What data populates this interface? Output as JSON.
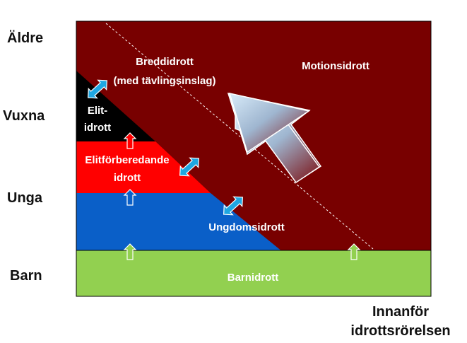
{
  "age_levels": [
    "Äldre",
    "Vuxna",
    "Unga",
    "Barn"
  ],
  "corner_label": [
    "Innanför",
    "idrottsrörelsen"
  ],
  "regions": {
    "breddidrott": [
      "Breddidrott",
      "(med tävlingsinslag)"
    ],
    "motionsidrott": "Motionsidrott",
    "elitidrott": [
      "Elit-",
      "idrott"
    ],
    "elitforberedande": [
      "Elitförberedande",
      "idrott"
    ],
    "ungdomsidrott": "Ungdomsidrott",
    "barnidrott": "Barnidrott"
  },
  "colors": {
    "maroon": "#780000",
    "black": "#000000",
    "red": "#ff0000",
    "blue": "#0a5fc8",
    "green": "#92d050",
    "arrow_cyan": "#1fa7e1",
    "white": "#ffffff"
  }
}
